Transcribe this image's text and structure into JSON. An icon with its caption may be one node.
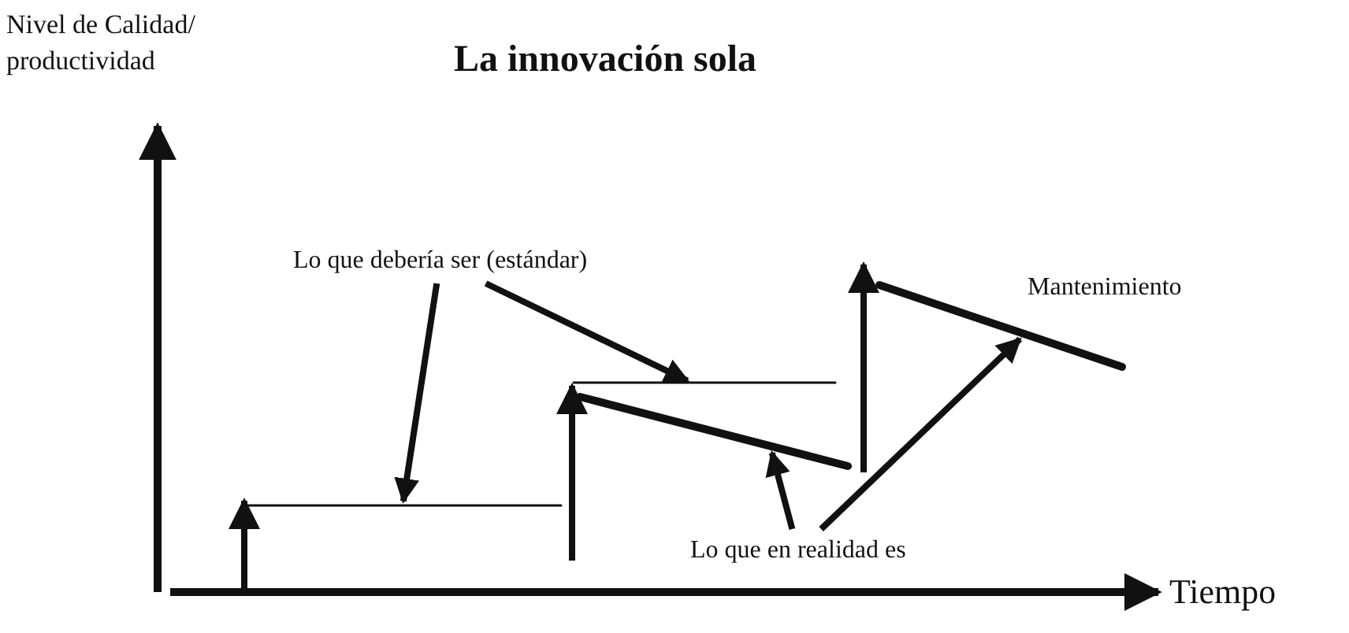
{
  "diagram": {
    "title": "La innovación sola",
    "nodes": [
      {
        "text": [
          "Lo que debería ser (estándar)"
        ]
      },
      {
        "text": [
          "Lo que en realidad es"
        ]
      },
      {
        "text": [],
        "shape": "line"
      },
      {
        "text": [],
        "shape": "line"
      },
      {
        "text": [],
        "shape": "line"
      },
      {
        "text": [],
        "shape": "line"
      }
    ],
    "edges": [
      {
        "from": 0,
        "to": 2,
        "arrow": "to"
      },
      {
        "from": 0,
        "to": 3,
        "arrow": "to"
      },
      {
        "from": 1,
        "to": 4,
        "arrow": "to"
      },
      {
        "from": 1,
        "to": 5,
        "arrow": "to"
      }
    ],
    "labels": [
      "Nivel de Calidad/ productividad",
      "Mantenimiento",
      "Tiempo"
    ]
  }
}
